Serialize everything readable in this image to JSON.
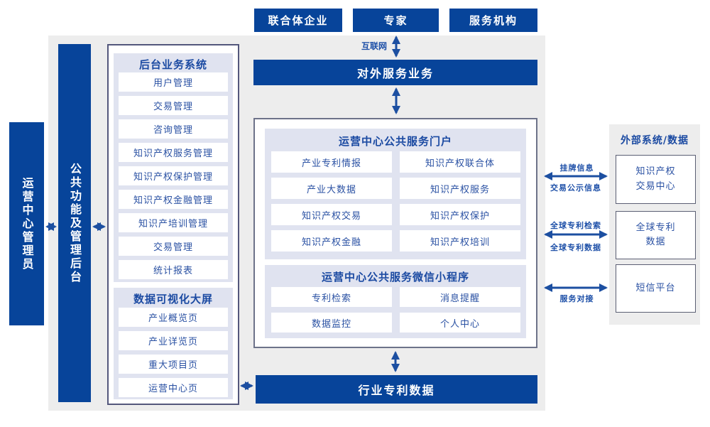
{
  "palette": {
    "deep_blue": "#07449a",
    "panel_lavender": "#e0e3f0",
    "background_gray": "#ededed",
    "arrow_blue": "#1c4fa1",
    "text_blue": "#1b4aa2"
  },
  "top_actors": {
    "consortium": "联合体企业",
    "expert": "专家",
    "service_org": "服务机构"
  },
  "internet_label": "互联网",
  "external_service_bar": "对外服务业务",
  "industry_data_bar": "行业专利数据",
  "left_side": {
    "admin_box": "运营中心管理员",
    "public_bar": "公共功能及管理后台",
    "backend_system": {
      "title": "后台业务系统",
      "items": [
        "用户管理",
        "交易管理",
        "咨询管理",
        "知识产权服务管理",
        "知识产权保护管理",
        "知识产权金融管理",
        "知识产培训管理",
        "交易管理",
        "统计报表"
      ]
    },
    "data_screen": {
      "title": "数据可视化大屏",
      "items": [
        "产业概览页",
        "产业详览页",
        "重大项目页",
        "运营中心页"
      ]
    }
  },
  "center": {
    "portal": {
      "title": "运营中心公共服务门户",
      "items": [
        "产业专利情报",
        "知识产权联合体",
        "产业大数据",
        "知识产权服务",
        "知识产权交易",
        "知识产权保护",
        "知识产权金融",
        "知识产权培训"
      ]
    },
    "miniapp": {
      "title": "运营中心公共服务微信小程序",
      "items": [
        "专利检索",
        "消息提醒",
        "数据监控",
        "个人中心"
      ]
    }
  },
  "right_side": {
    "title": "外部系统/数据",
    "boxes": [
      {
        "line1": "知识产权",
        "line2": "交易中心"
      },
      {
        "line1": "全球专利",
        "line2": "数据"
      },
      {
        "line1": "短信平台",
        "line2": ""
      }
    ],
    "link_labels": [
      {
        "top": "挂牌信息",
        "bottom": "交易公示信息"
      },
      {
        "top": "全球专利检索",
        "bottom": "全球专利数据"
      },
      {
        "top": "",
        "bottom": "服务对接"
      }
    ]
  }
}
